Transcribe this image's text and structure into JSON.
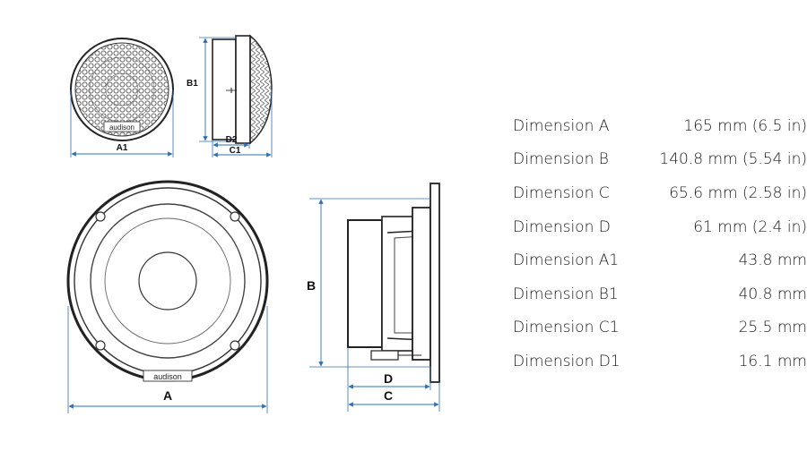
{
  "drawing": {
    "brand_label": "audison",
    "labels": {
      "a1": "A1",
      "b1": "B1",
      "c1": "C1",
      "d2": "D2",
      "a": "A",
      "b": "B",
      "c": "C",
      "d": "D"
    }
  },
  "specs": [
    {
      "name": "Dimension A",
      "value": "165 mm (6.5 in)"
    },
    {
      "name": "Dimension B",
      "value": "140.8 mm (5.54 in)"
    },
    {
      "name": "Dimension C",
      "value": "65.6 mm (2.58 in)"
    },
    {
      "name": "Dimension D",
      "value": "61 mm (2.4 in)"
    },
    {
      "name": "Dimension A1",
      "value": "43.8 mm"
    },
    {
      "name": "Dimension B1",
      "value": "40.8 mm"
    },
    {
      "name": "Dimension C1",
      "value": "25.5 mm"
    },
    {
      "name": "Dimension D1",
      "value": "16.1 mm"
    }
  ],
  "colors": {
    "line": "#2a2a2a",
    "dimension_line": "#2e6fb8",
    "text": "#1a1a1a"
  }
}
